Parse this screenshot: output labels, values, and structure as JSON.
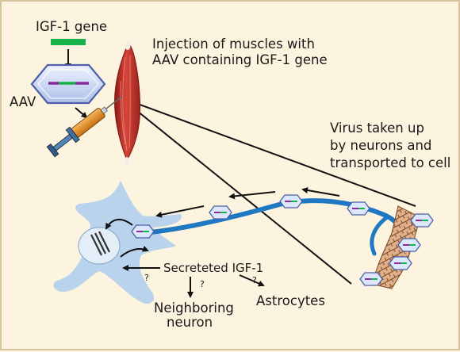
{
  "labels": {
    "igf1_gene": "IGF-1 gene",
    "aav": "AAV",
    "injection_line1": "Injection of muscles with",
    "injection_line2": "AAV containing IGF-1 gene",
    "virus_line1": "Virus taken up",
    "virus_line2": "by neurons and",
    "virus_line3": "transported to cell",
    "secreted": "Secreteted IGF-1",
    "neighboring_line1": "Neighboring",
    "neighboring_line2": "neuron",
    "astrocytes": "Astrocytes",
    "question_mark": "?"
  },
  "colors": {
    "background": "#fdf4df",
    "neuron_body": "#b9d3ec",
    "axon": "#1e78c2",
    "gene_bar": "#17b24a",
    "virus_fill": "#dde7fb",
    "virus_stroke": "#4c5fa8",
    "muscle": "#c8322a",
    "syringe_barrel": "#e9922a",
    "nerve_terminal": "#c98f5e"
  }
}
